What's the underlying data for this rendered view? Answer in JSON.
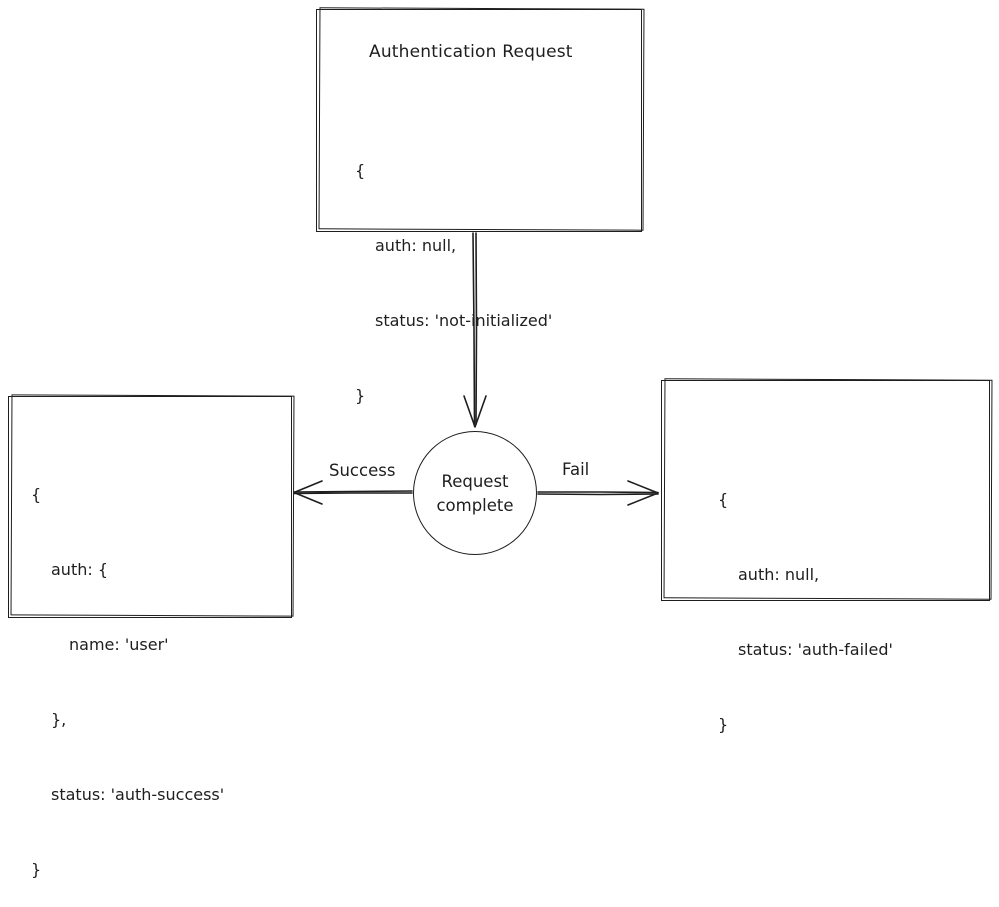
{
  "nodes": {
    "auth_request": {
      "title": "Authentication Request",
      "code": {
        "line1": "{",
        "line2": "auth: null,",
        "line3": "status: 'not-initialized'",
        "line4": "}"
      }
    },
    "request_complete": {
      "label_line1": "Request",
      "label_line2": "complete"
    },
    "success_state": {
      "code": {
        "line1": "{",
        "line2": "auth: {",
        "line3": "name: 'user'",
        "line4": "},",
        "line5": "status: 'auth-success'",
        "line6": "}"
      }
    },
    "fail_state": {
      "code": {
        "line1": "{",
        "line2": "auth: null,",
        "line3": "status: 'auth-failed'",
        "line4": "}"
      }
    }
  },
  "edges": {
    "success_label": "Success",
    "fail_label": "Fail"
  },
  "colors": {
    "stroke": "#1e1e1e",
    "background": "#ffffff"
  }
}
